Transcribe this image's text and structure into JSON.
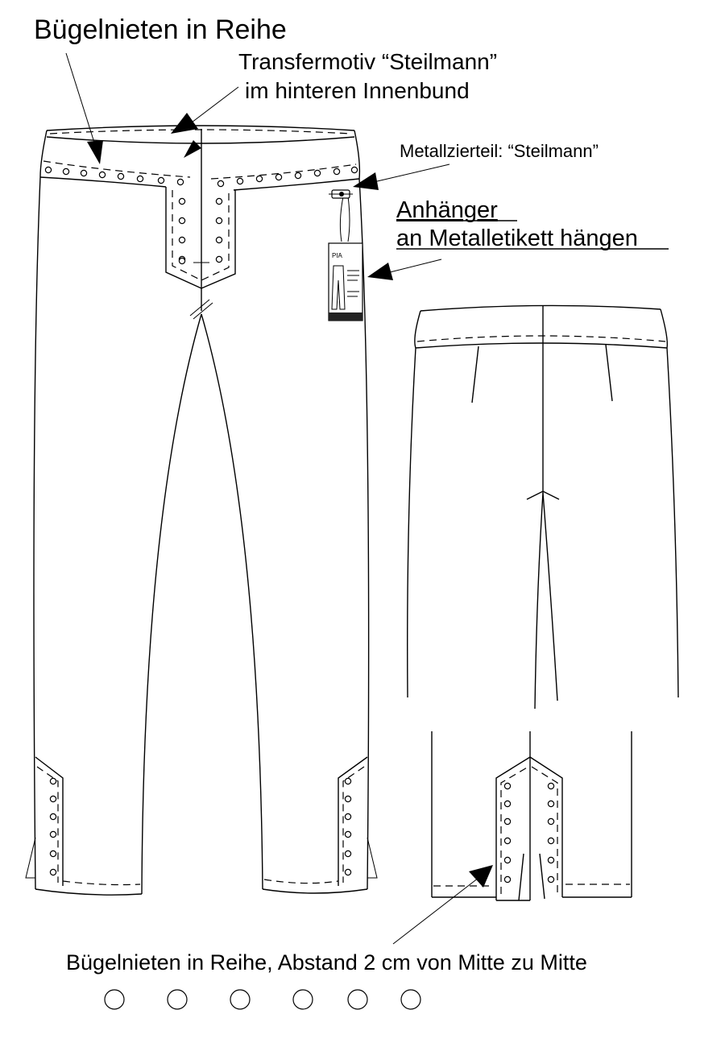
{
  "labels": {
    "rivets_row_top": "Bügelnieten in Reihe",
    "transfer_line1": "Transfermotiv “Steilmann”",
    "transfer_line2": "im hinteren Innenbund",
    "metal_decor": "Metallzierteil: “Steilmann”",
    "hangtag_line1": "Anhänger",
    "hangtag_line2": "an Metalletikett hängen",
    "rivets_spacing": "Bügelnieten in Reihe, Abstand 2 cm von Mitte zu Mitte"
  },
  "hangtag": {
    "brand": "PIA"
  },
  "legend": {
    "rivet_sample_count": 6
  },
  "colors": {
    "line": "#000000",
    "background": "#ffffff"
  }
}
